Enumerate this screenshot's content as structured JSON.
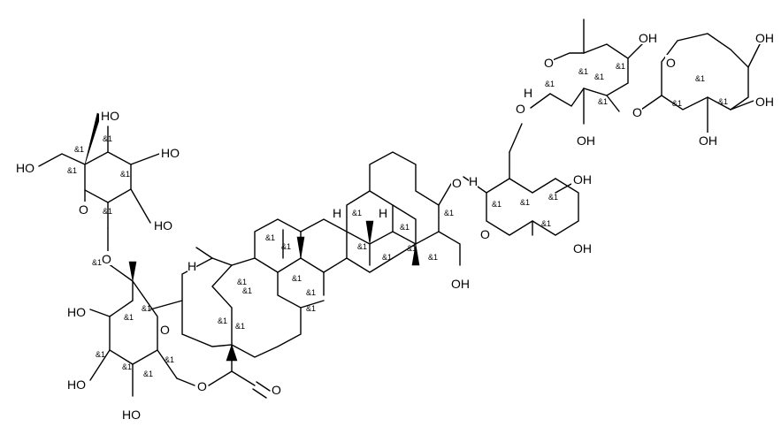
{
  "figure": {
    "description_type": "skeletal-structural-formula",
    "background": "#ffffff",
    "ink": "#000000"
  },
  "labels": {
    "atoms": [
      {
        "id": "a1",
        "text": "HO"
      },
      {
        "id": "a2",
        "text": "HO"
      },
      {
        "id": "a3",
        "text": "HO"
      },
      {
        "id": "a4",
        "text": "HO"
      },
      {
        "id": "a5",
        "text": "O"
      },
      {
        "id": "a6",
        "text": "O"
      },
      {
        "id": "a7",
        "text": "HO"
      },
      {
        "id": "a8",
        "text": "HO"
      },
      {
        "id": "a9",
        "text": "O"
      },
      {
        "id": "a10",
        "text": "HO"
      },
      {
        "id": "a11",
        "text": "O"
      },
      {
        "id": "a12",
        "text": "O"
      },
      {
        "id": "a13",
        "text": "OH"
      },
      {
        "id": "a14",
        "text": "O"
      },
      {
        "id": "a15",
        "text": "O"
      },
      {
        "id": "a16",
        "text": "OH"
      },
      {
        "id": "a17",
        "text": "OH"
      },
      {
        "id": "a18",
        "text": "O"
      },
      {
        "id": "a19",
        "text": "OH"
      },
      {
        "id": "a20",
        "text": "O"
      },
      {
        "id": "a21",
        "text": "O"
      },
      {
        "id": "a22",
        "text": "OH"
      },
      {
        "id": "a23",
        "text": "O"
      },
      {
        "id": "a24",
        "text": "OH"
      },
      {
        "id": "a25",
        "text": "OH"
      },
      {
        "id": "a26",
        "text": "OH"
      },
      {
        "id": "a27",
        "text": "H"
      },
      {
        "id": "a28",
        "text": "H"
      },
      {
        "id": "a29",
        "text": "H"
      },
      {
        "id": "a30",
        "text": "H"
      },
      {
        "id": "a31",
        "text": "H"
      }
    ],
    "stereo_label": "&1",
    "stereo_count": 40
  }
}
